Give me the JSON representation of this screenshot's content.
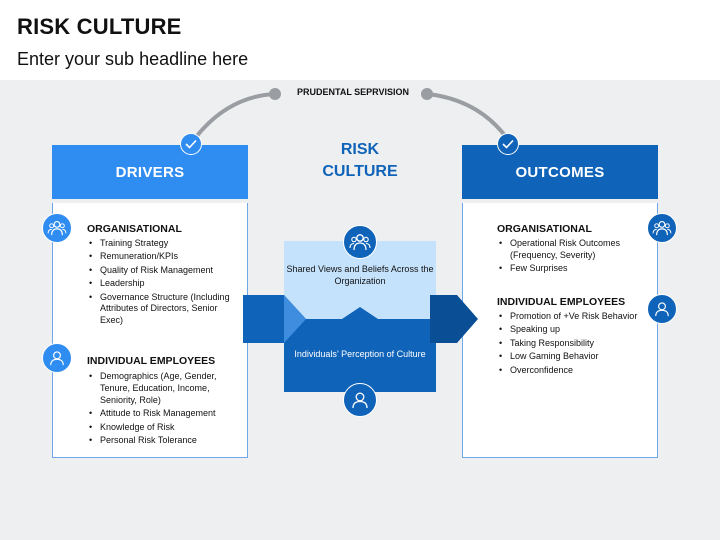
{
  "title": "RISK CULTURE",
  "subtitle": "Enter your sub headline here",
  "top_label": "PRUDENTAL SEPRVISION",
  "center": {
    "title_line1": "RISK",
    "title_line2": "CULTURE",
    "upper_text": "Shared Views and Beliefs Across the Organization",
    "lower_text": "Individuals’ Perception of Culture"
  },
  "drivers": {
    "header": "DRIVERS",
    "sections": [
      {
        "title": "ORGANISATIONAL",
        "items": [
          "Training Strategy",
          "Remuneration/KPIs",
          "Quality of Risk Management",
          "Leadership",
          "Governance Structure (Including Attributes of Directors, Senior Exec)"
        ]
      },
      {
        "title": "INDIVIDUAL EMPLOYEES",
        "items": [
          "Demographics (Age, Gender, Tenure, Education, Income, Seniority, Role)",
          "Attitude to Risk Management",
          "Knowledge of Risk",
          "Personal Risk Tolerance"
        ]
      }
    ]
  },
  "outcomes": {
    "header": "OUTCOMES",
    "sections": [
      {
        "title": "ORGANISATIONAL",
        "items": [
          "Operational Risk Outcomes (Frequency, Severity)",
          "Few Surprises"
        ]
      },
      {
        "title": "INDIVIDUAL EMPLOYEES",
        "items": [
          "Promotion of +Ve Risk Behavior",
          "Speaking up",
          "Taking Responsibility",
          "Low Gaming Behavior",
          "Overconfidence"
        ]
      }
    ]
  },
  "colors": {
    "light_blue": "#2f8cf0",
    "dark_blue": "#0f63b8",
    "pale_blue": "#c4e2fc",
    "band_gray": "#eeeff1",
    "arc_gray": "#9a9da2"
  },
  "icons": {
    "group": "group-icon",
    "person": "person-icon",
    "check": "check-icon"
  }
}
